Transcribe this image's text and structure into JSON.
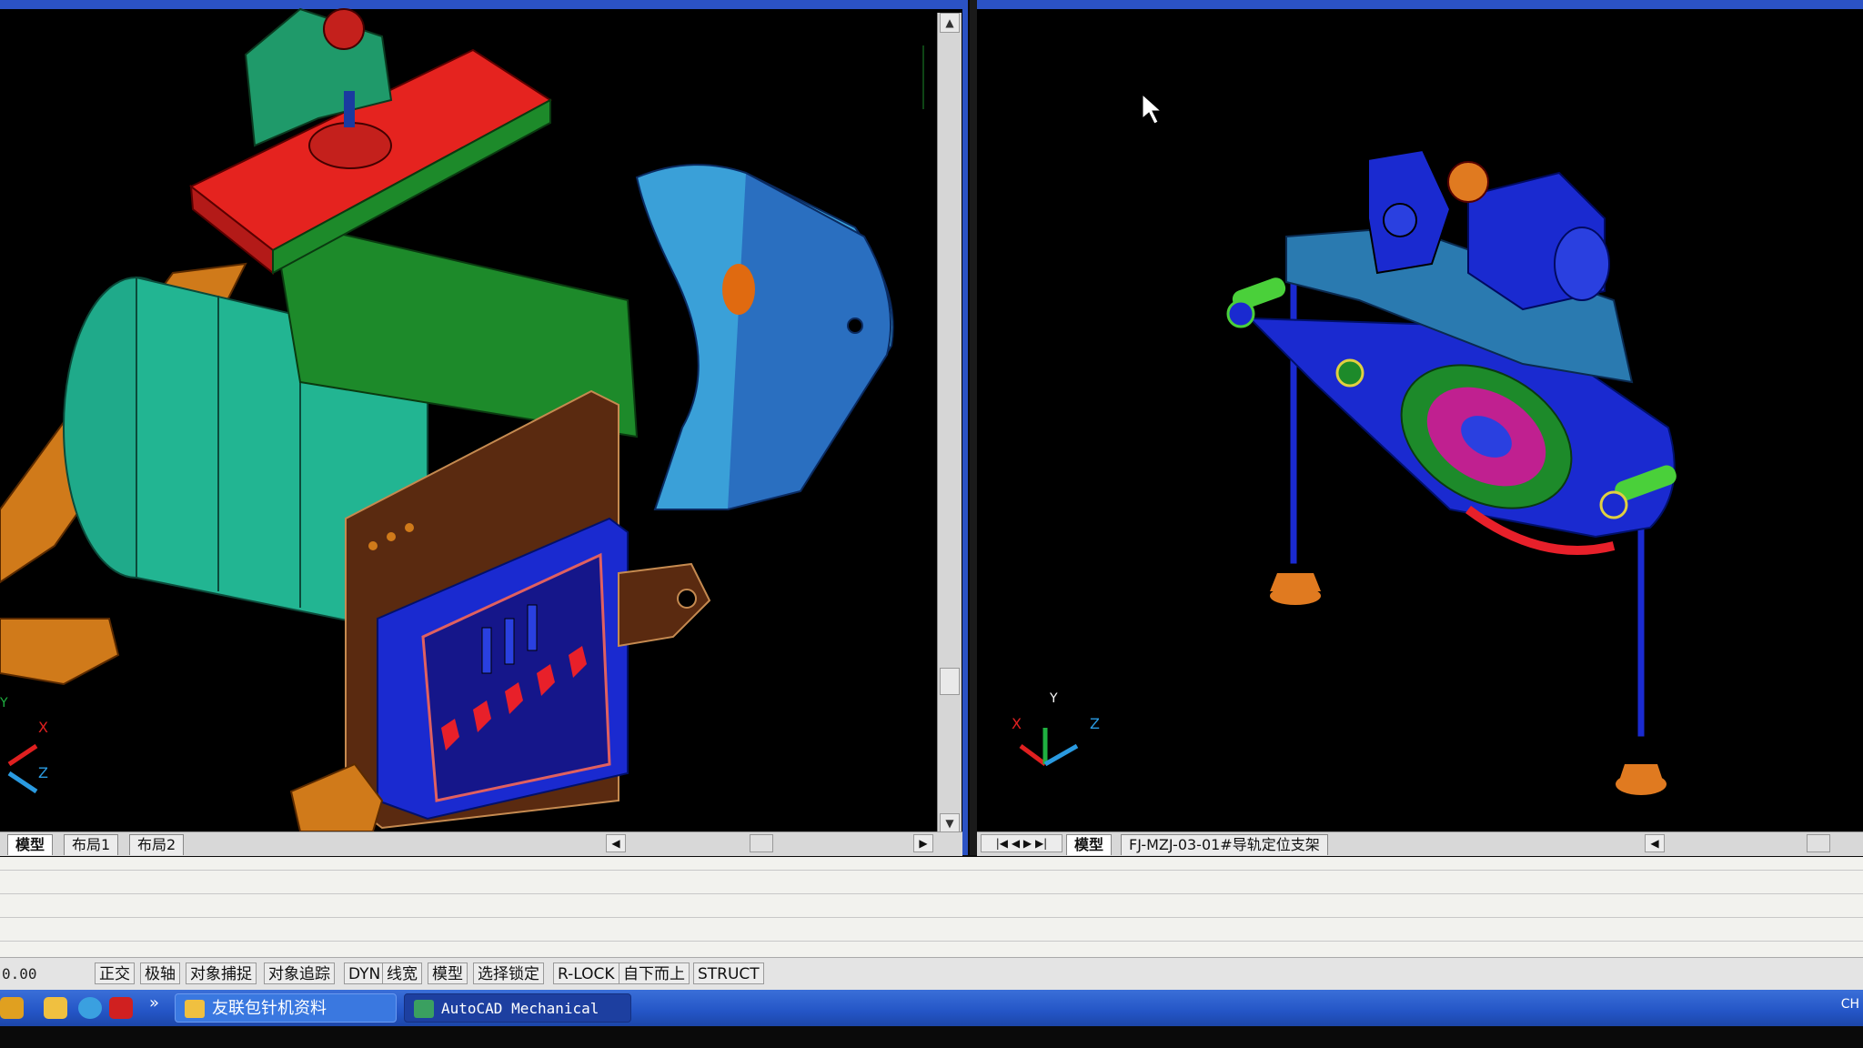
{
  "left_viewport": {
    "tabs": [
      "模型",
      "布局1",
      "布局2"
    ],
    "active_tab": "模型",
    "ucs": {
      "x": "X",
      "y": "Y",
      "z": "Z"
    }
  },
  "right_viewport": {
    "tabs": [
      "模型",
      "FJ-MZJ-03-01#导轨定位支架"
    ],
    "active_tab": "模型",
    "ucs": {
      "x": "X",
      "y": "Y",
      "z": "Z"
    }
  },
  "status_bar": {
    "coordinates": "0.00",
    "toggles": [
      "正交",
      "极轴",
      "对象捕捉",
      "对象追踪",
      "DYN",
      "线宽",
      "模型",
      "选择锁定",
      "R-LOCK",
      "自下而上",
      "STRUCT"
    ]
  },
  "taskbar": {
    "more_label": "»",
    "items": [
      {
        "label": "友联包针机资料",
        "icon": "folder-icon"
      },
      {
        "label": "AutoCAD Mechanical",
        "icon": "autocad-app-icon"
      }
    ],
    "tray_text": "CH"
  },
  "colors": {
    "viewport_bg": "#000000",
    "divider": "#2b52c4",
    "taskbar": "#2455c6"
  }
}
